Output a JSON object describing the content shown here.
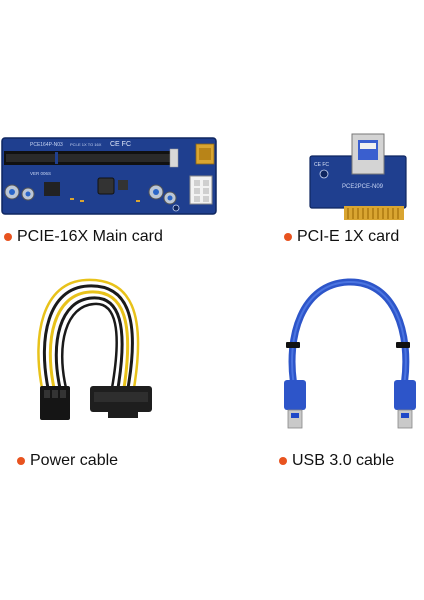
{
  "colors": {
    "bullet": "#e8531f",
    "pcb_blue": "#1f3f8f",
    "pcb_dark": "#152d6b",
    "gold": "#d9a531",
    "cable_blue": "#2d55c9",
    "wire_yellow": "#e8c21a",
    "wire_black": "#1a1a1a"
  },
  "items": [
    {
      "label": "PCIE-16X Main card"
    },
    {
      "label": "PCI-E 1X card"
    },
    {
      "label": "Power cable"
    },
    {
      "label": "USB 3.0 cable"
    }
  ],
  "main_card": {
    "silk_model": "PCE164P-N03",
    "silk_ver": "VER 006S",
    "silk_slot": "PCI-E 1X TO 16X"
  },
  "x1_card": {
    "silk_model": "PCE2PCE-N09"
  }
}
